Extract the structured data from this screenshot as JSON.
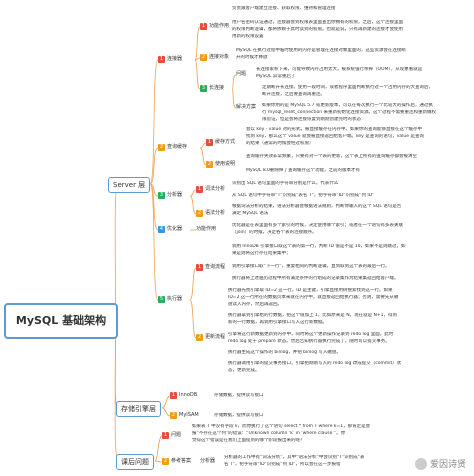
{
  "root": "MySQL 基础架构",
  "server": {
    "label": "Server 层",
    "connector": {
      "label": "连接器",
      "functions": {
        "label": "功能作用",
        "items": [
          "负责跟客户端建立连接、获取权限、维持和管理连接",
          "用户名密码认证通过，连接器会到权限表里面查出你拥有的权限，之后，这个连接里面",
          "的权限判断逻辑，都将依赖于此时读到的权限。也就是说，只有再新建的连接才会使用",
          "用新的权限设置"
        ]
      },
      "conn_obj": {
        "label": "连接对象",
        "items": [
          "MySQL 在执行过程中临时使用的内存是管理在连接对象里面的，这些资源会在连接断",
          "开的时候才释放"
        ]
      },
      "long_conn": {
        "label": "长连接",
        "problem_label": "问题",
        "problem_items": [
          "长连接累积下来，可能导致内存占用太大，被系统强行杀掉（OOM），从现象看就是",
          "MySQL 异常重启了"
        ],
        "solution_label": "解决方案",
        "solution_items": [
          "定期断开长连接。使用一段时间，或者程序里面判断执行过一个占用内存的大查询后，",
          "断开连接，之后要查询再重连。",
          "如果你用的是 MySQL 5.7 或更新版本，可以在每次执行一个比较大的操作后，通过执",
          "行 mysql_reset_connection 来重新初始化连接资源。这个过程不需要重连和重新做权",
          "限验证，但是会将连接恢复到刚刚创建完时的状态"
        ]
      }
    },
    "query_cache": {
      "label": "查询缓存",
      "cache_method_label": "缓存方式",
      "cache_method_items": [
        "会以 key - value 对的形式，被直接缓存在内存中。如果你的查询能够直接在这个缓存中",
        "找到 key，那么这个 value 就会被直接返回给客户端。key 是查询的语句，value 是查询",
        "的结果（通常的时候会经过权限）",
        "查询缓存失效非常频繁，只要有对一个表的更新，这个表上所有的查询缓存都会被清空"
      ],
      "usage_label": "使用说明",
      "usage_items": [
        "MySQL 8.0删除掉了查询缓存这个功能，之前的版本才有"
      ]
    },
    "analyzer": {
      "label": "分析器",
      "lexical_label": "词法分析",
      "lexical_items": [
        "识别出 SQL 语句里面的字符串分别是什么，代表什么",
        "从 SQL 语句中字符串“T”识别成“表名 T”，把字符串“ID”识别成“列 ID”"
      ],
      "syntax_label": "语法分析",
      "syntax_items": [
        "根据词法分析的结果，语法分析器会根据语法规则，判断你输入的这个 SQL 语句是否",
        "满足 MySQL 语法"
      ]
    },
    "optimizer": {
      "label": "优化器",
      "function_label": "功能作用",
      "items": [
        "优化器是在表里面有多个索引的时候，决定使用哪个索引；或者在一个语句有多表关联",
        "（join）的时候，决定各个表的连接顺序。"
      ]
    },
    "executor": {
      "label": "执行器",
      "query_label": "查询流程",
      "query_items": [
        "调用 InnoDB 引擎接口取这个表的第一行，判断 ID 值是不是 10，如果不是则跳过，如",
        "果是则将这行存在结果集中；",
        "调用引擎接口取“下一行”，重复相同的判断逻辑，直到取到这个表的最后一行。",
        "执行器将上述遍历过程中所有满足条件的行组成的记录集作为结果集返回给客户端。"
      ],
      "update_label": "更新流程",
      "update_items": [
        "执行器先找引擎取 ID=2 这一行。ID 是主键，引擎直接用树搜索找到这一行。如果",
        "ID=2 这一行所在的数据页本来就在内存中，就直接返回给执行器；否则，需要先从磁",
        "盘读入内存，然后再返回。",
        "执行器拿到引擎给的行数据，把这个值加上 1，比如原来是 N，现在就是 N+1，得到",
        "新的一行数据，再调用引擎接口写入这行新数据。",
        "引擎将这行新数据更新到内存中，同时将这个更新操作记录到 redo log 里面，此时",
        "redo log 处于 prepare 状态。然后告知执行器执行完成了，随时可以提交事务。",
        "执行器生成这个操作的 binlog，并把 binlog 写入磁盘。",
        "执行器调用引擎的提交事务接口，引擎把刚刚写入的 redo log 改成提交（commit）状",
        "态，更新完成。"
      ]
    }
  },
  "storage": {
    "label": "存储引擎层",
    "innodb_label": "InnoDB",
    "innodb_desc": "存储数据，提供读写接口",
    "myisam_label": "MyISAM",
    "myisam_desc": "存储数据，提供读写接口"
  },
  "after": {
    "label": "课后问题",
    "q_label": "问题",
    "q_items": [
      "如果表 T 中没有字段 k，而你执行了这个语句 select * from T where k=1，那肯定是会",
      "报“不存在这个列”的错误：“Unknown column ‘k’ in ‘where clause’”。你",
      "觉得这个错误是在我们上面提到的哪个阶段报出来的呢？"
    ],
    "a_label": "参考答案",
    "a_sub": "分析器",
    "a_items": [
      "分析器的工作中有“词法分析”，其中“语法分析”中会识别“T”识别成“表",
      "名 T”，把字符串“ID”识别成“列 ID”，所以会在这一步报错"
    ]
  },
  "watermark": "爱因诗贤"
}
